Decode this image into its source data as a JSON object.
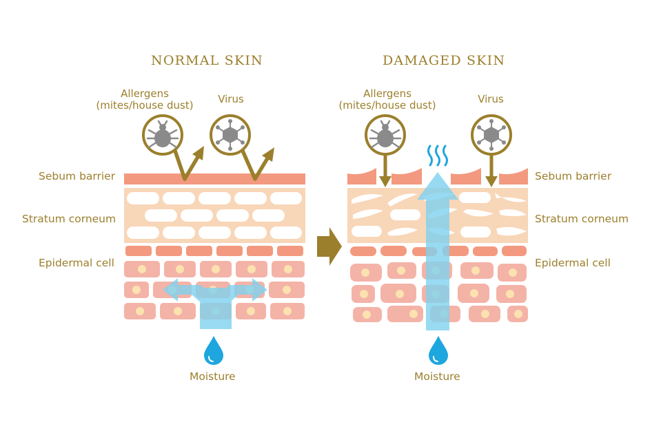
{
  "titles": {
    "normal": "NORMAL SKIN",
    "damaged": "DAMAGED SKIN"
  },
  "labels": {
    "allergens_line1": "Allergens",
    "allergens_line2": "(mites/house dust)",
    "virus": "Virus",
    "sebum_barrier": "Sebum barrier",
    "stratum_corneum": "Stratum corneum",
    "epidermal_cell": "Epidermal cell",
    "moisture": "Moisture"
  },
  "colors": {
    "gold": "#9b7f2c",
    "sebum": "#f3997f",
    "stratum_bg": "#f8d6b8",
    "cell": "#f4b3a7",
    "nucleus": "#fbe2b0",
    "water": "#7fd2ef",
    "drop": "#1ea6de",
    "icon_grey": "#8a8a8a"
  },
  "icons": [
    "mite-icon",
    "virus-icon",
    "water-drop-icon",
    "steam-icon",
    "arrow-right-icon"
  ]
}
